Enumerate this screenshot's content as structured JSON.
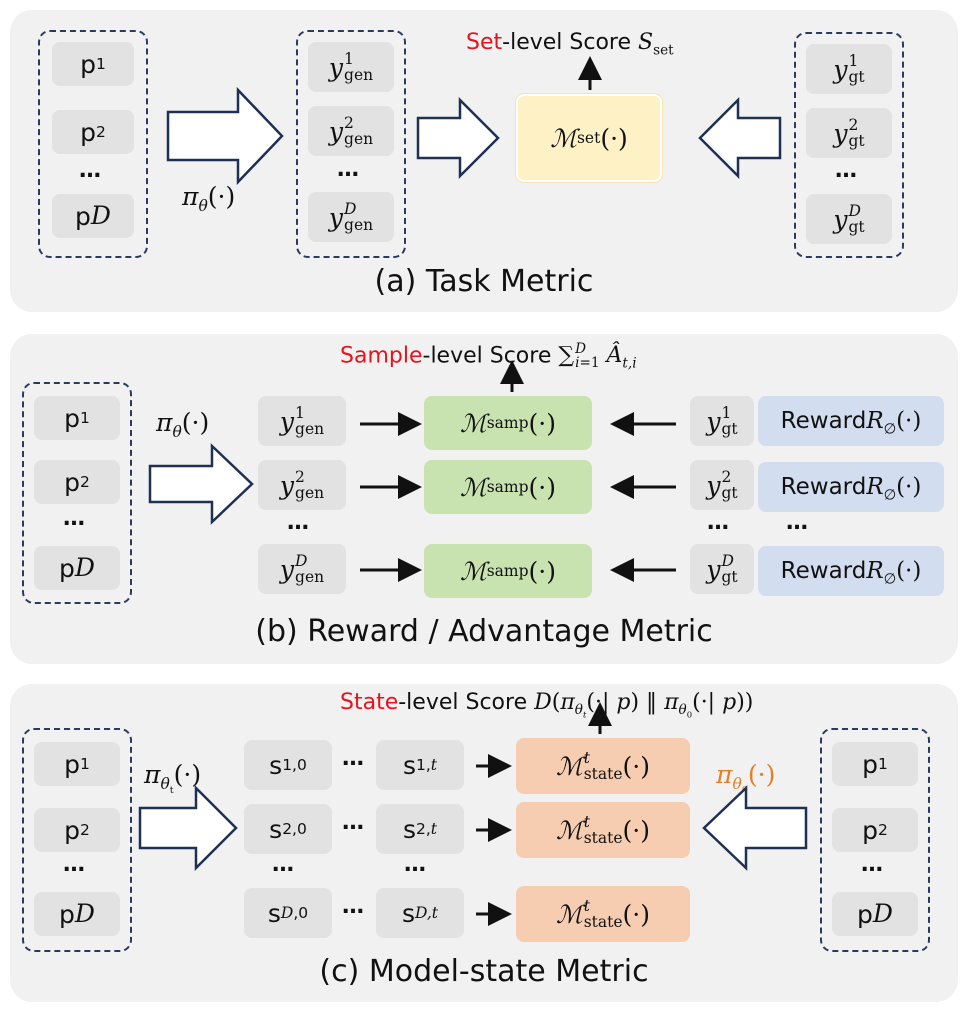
{
  "panel_a": {
    "caption": "(a) Task Metric",
    "score_prefix": "Set",
    "score_middle": "-level Score ",
    "metric_sub": "set",
    "prompt_dots": "…",
    "gen_dots": "…",
    "gt_dots": "…"
  },
  "panel_b": {
    "caption": "(b) Reward / Advantage Metric",
    "score_prefix": "Sample",
    "score_middle": "-level Score ",
    "metric_sub": "samp",
    "reward_label": "Reward ",
    "prompt_dots": "…",
    "gen_dots": "…",
    "gt_dots": "…",
    "reward_dots": "…"
  },
  "panel_c": {
    "caption": "(c) Model-state Metric",
    "score_prefix": "State",
    "score_middle": "-level Score ",
    "metric_sub": "state",
    "prompt_dots": "…",
    "state_dots": "…"
  },
  "colors": {
    "panel_bg": "#f1f1f1",
    "dashed_border": "#2b3a5e",
    "box_gray": "#e2e2e2",
    "set_metric": "#fdf1c5",
    "samp_metric": "#c9e3b0",
    "state_metric": "#f6cdb0",
    "reward_box": "#d3ddf0",
    "highlight_red": "#e3141b",
    "policy_orange": "#e67e22"
  }
}
